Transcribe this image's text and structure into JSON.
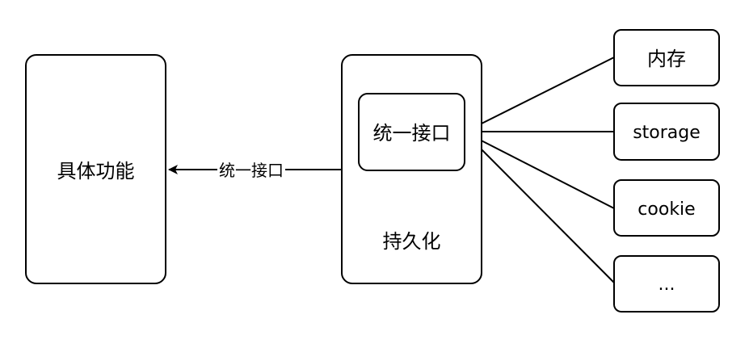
{
  "diagram": {
    "feature_box": {
      "label": "具体功能"
    },
    "persistence_box": {
      "label": "持久化"
    },
    "interface_box": {
      "label": "统一接口"
    },
    "edge_label": "统一接口",
    "sources": [
      {
        "label": "内存"
      },
      {
        "label": "storage"
      },
      {
        "label": "cookie"
      },
      {
        "label": "..."
      }
    ]
  }
}
